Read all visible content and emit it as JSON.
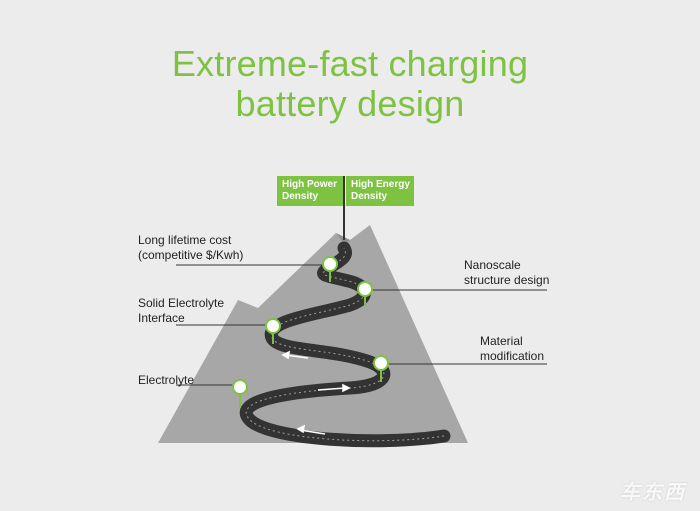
{
  "title": {
    "line1": "Extreme-fast charging",
    "line2": "battery design"
  },
  "flag": {
    "left": [
      "High Power",
      "Density"
    ],
    "right": [
      "High Energy",
      "Density"
    ]
  },
  "milestones": {
    "long_lifetime": [
      "Long lifetime cost",
      "(competitive $/Kwh)"
    ],
    "solid_electrolyte": [
      "Solid Electrolyte",
      "Interface"
    ],
    "electrolyte": [
      "Electrolyte"
    ],
    "nanoscale": [
      "Nanoscale",
      "structure design"
    ],
    "material": [
      "Material",
      "modification"
    ]
  },
  "watermark": "车东西",
  "colors": {
    "accent": "#7ec242",
    "mountain": "#a7a7a7",
    "road": "#3a3a3a",
    "background": "#ececec"
  }
}
